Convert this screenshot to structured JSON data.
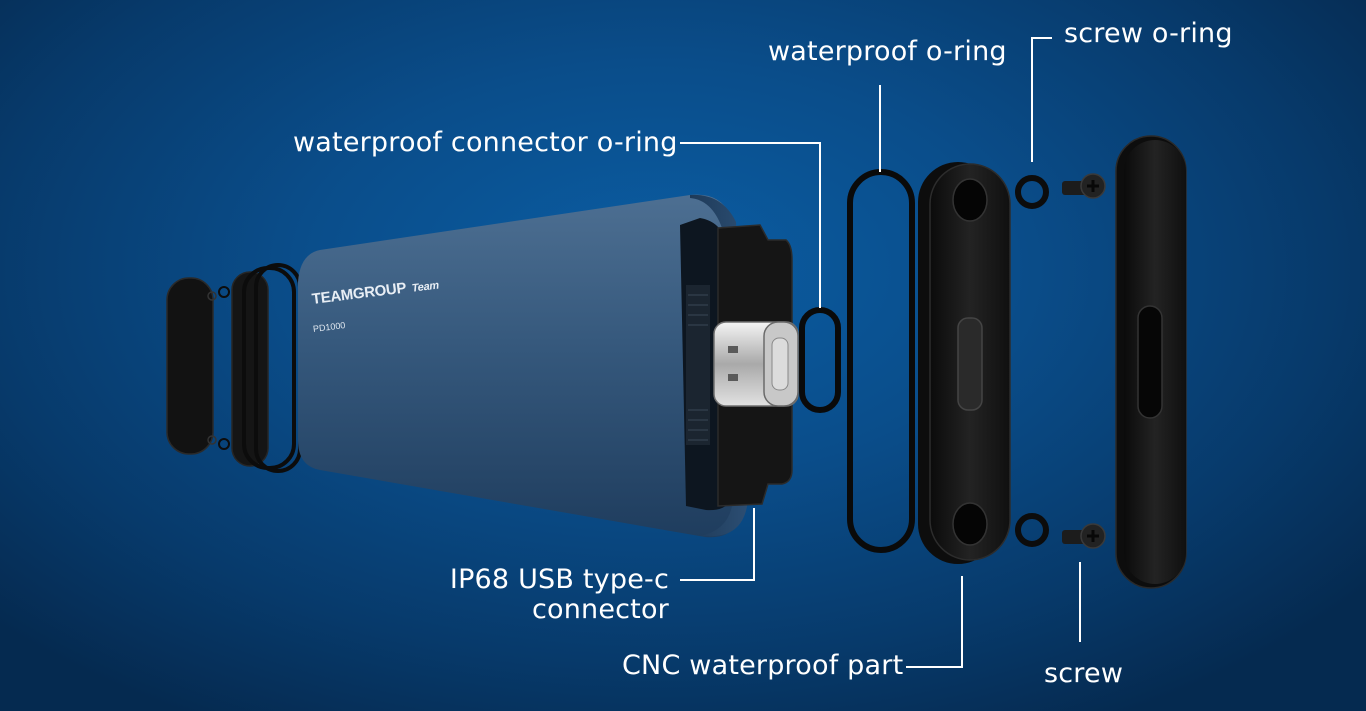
{
  "brand": {
    "logo_text": "TEAMGROUP",
    "logo_mark": "Team",
    "model": "PD1000"
  },
  "colors": {
    "background": "#0a4d8a",
    "body": "#2e4d6e",
    "rubber": "#141414",
    "callout_line": "#ffffff",
    "text": "#ffffff"
  },
  "labels": {
    "waterproof_oring": "waterproof o-ring",
    "screw_oring": "screw o-ring",
    "connector_oring": "waterproof connector o-ring",
    "usb_line1": "IP68 USB type-c",
    "usb_line2": "connector",
    "cnc_part": "CNC waterproof part",
    "screw": "screw"
  }
}
